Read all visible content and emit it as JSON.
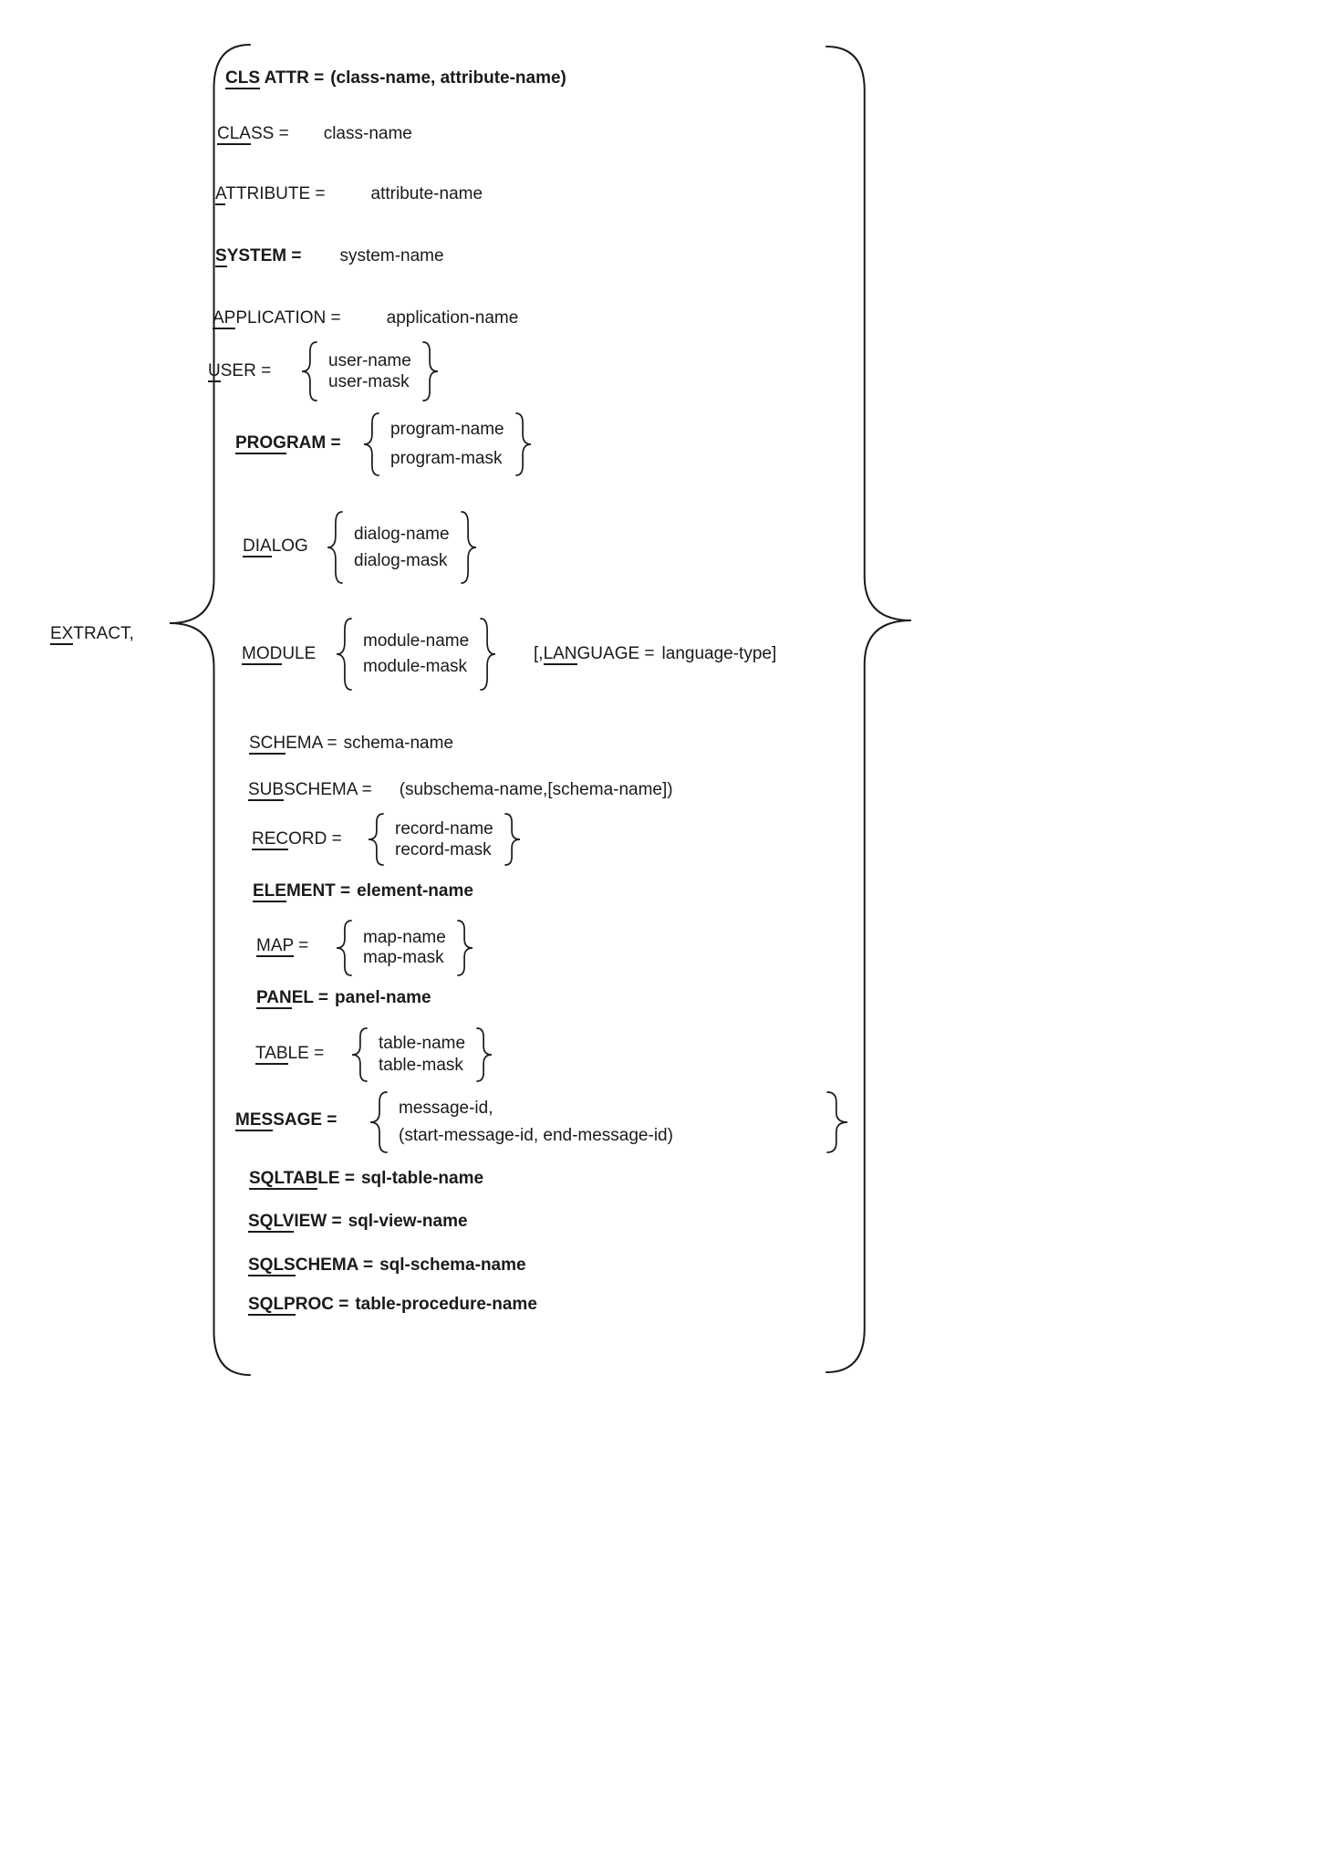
{
  "ink_color": "#1a1a1a",
  "command": {
    "kw_u": "EX",
    "kw_r": "TRACT,"
  },
  "options": {
    "cls_attr": {
      "kw_u": "CLS",
      "kw_r": " ATTR =",
      "val": "(class-name, attribute-name)"
    },
    "class": {
      "kw_u": "CLA",
      "kw_r": "SS =",
      "val": "class-name"
    },
    "attribute": {
      "kw_u": "A",
      "kw_r": "TTRIBUTE =",
      "val": "attribute-name"
    },
    "system": {
      "kw_u": "S",
      "kw_r": "YSTEM =",
      "val": "system-name"
    },
    "application": {
      "kw_u": "AP",
      "kw_r": "PLICATION =",
      "val": "application-name"
    },
    "user": {
      "kw_u": "U",
      "kw_r": "SER =",
      "val1": "user-name",
      "val2": "user-mask"
    },
    "program": {
      "kw_u": "PROG",
      "kw_r": "RAM =",
      "val1": "program-name",
      "val2": "program-mask"
    },
    "dialog": {
      "kw_u": "DIA",
      "kw_r": "LOG",
      "val1": "dialog-name",
      "val2": "dialog-mask"
    },
    "module": {
      "kw_u": "MOD",
      "kw_r": "ULE",
      "val1": "module-name",
      "val2": "module-mask",
      "suffix_pre": "[,",
      "suffix_u": "LAN",
      "suffix_r": "GUAGE =",
      "suffix_val": "language-type]"
    },
    "schema": {
      "kw_u": "SCH",
      "kw_r": "EMA =",
      "val": "schema-name"
    },
    "subschema": {
      "kw_u": "SUB",
      "kw_r": "SCHEMA =",
      "val": "(subschema-name,[schema-name])"
    },
    "record": {
      "kw_u": "REC",
      "kw_r": "ORD =",
      "val1": "record-name",
      "val2": "record-mask"
    },
    "element": {
      "kw_u": "ELE",
      "kw_r": "MENT =",
      "val": "element-name"
    },
    "map": {
      "kw_u": "MAP",
      "kw_r": " =",
      "val1": "map-name",
      "val2": "map-mask"
    },
    "panel": {
      "kw_u": "PAN",
      "kw_r": "EL =",
      "val": "panel-name"
    },
    "table": {
      "kw_u": "TAB",
      "kw_r": "LE =",
      "val1": "table-name",
      "val2": "table-mask"
    },
    "message": {
      "kw_u": "MES",
      "kw_r": "SAGE =",
      "val1": "message-id,",
      "val2": "(start-message-id, end-message-id)"
    },
    "sqltable": {
      "kw_u": "SQLTAB",
      "kw_r": "LE =",
      "val": "sql-table-name"
    },
    "sqlview": {
      "kw_u": "SQLV",
      "kw_r": "IEW =",
      "val": "sql-view-name"
    },
    "sqlschema": {
      "kw_u": "SQLS",
      "kw_r": "CHEMA =",
      "val": "sql-schema-name"
    },
    "sqlproc": {
      "kw_u": "SQLP",
      "kw_r": "ROC =",
      "val": "table-procedure-name"
    }
  }
}
